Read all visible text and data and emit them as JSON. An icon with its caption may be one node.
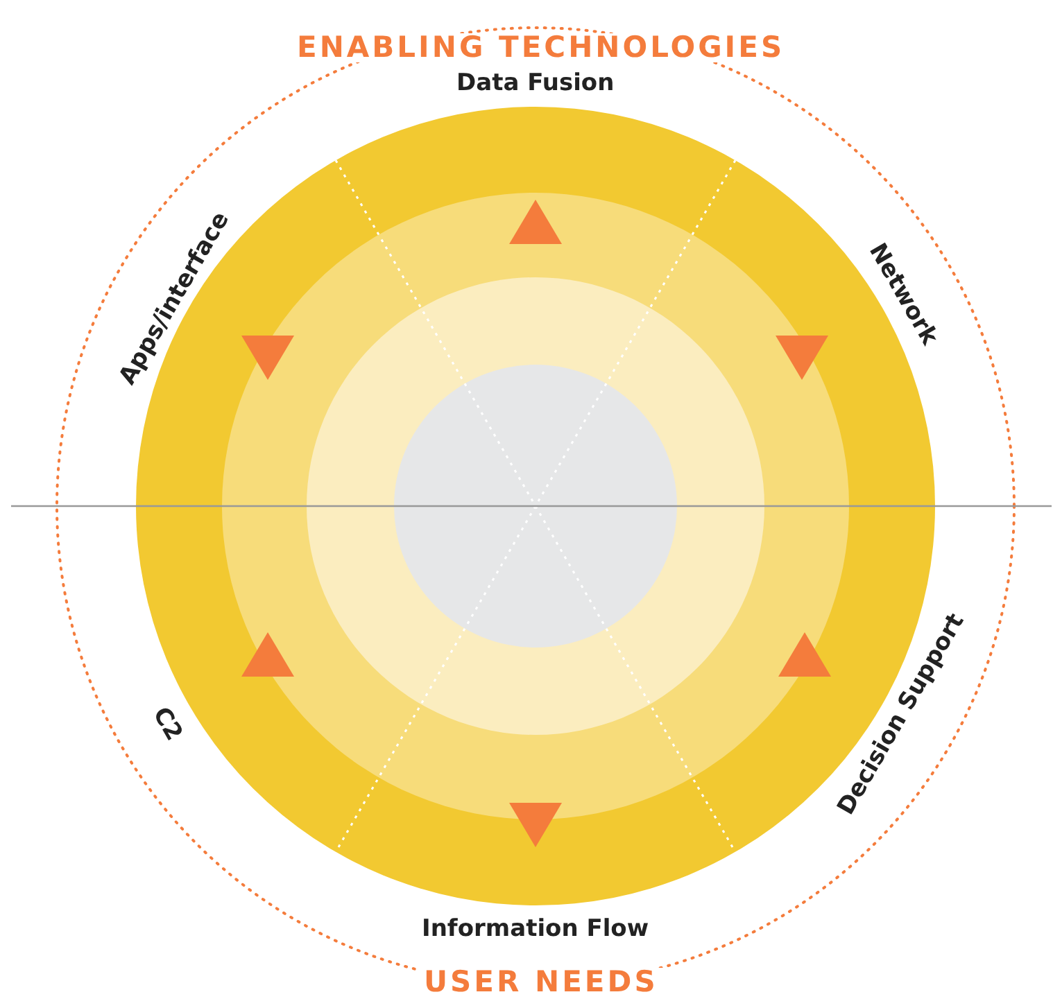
{
  "diagram": {
    "labels": [
      "ENABLING TECHNOLOGIES",
      "Data Fusion",
      "Network",
      "Apps/interface",
      "C2",
      "Decision Support",
      "Information Flow",
      "USER NEEDS"
    ]
  }
}
